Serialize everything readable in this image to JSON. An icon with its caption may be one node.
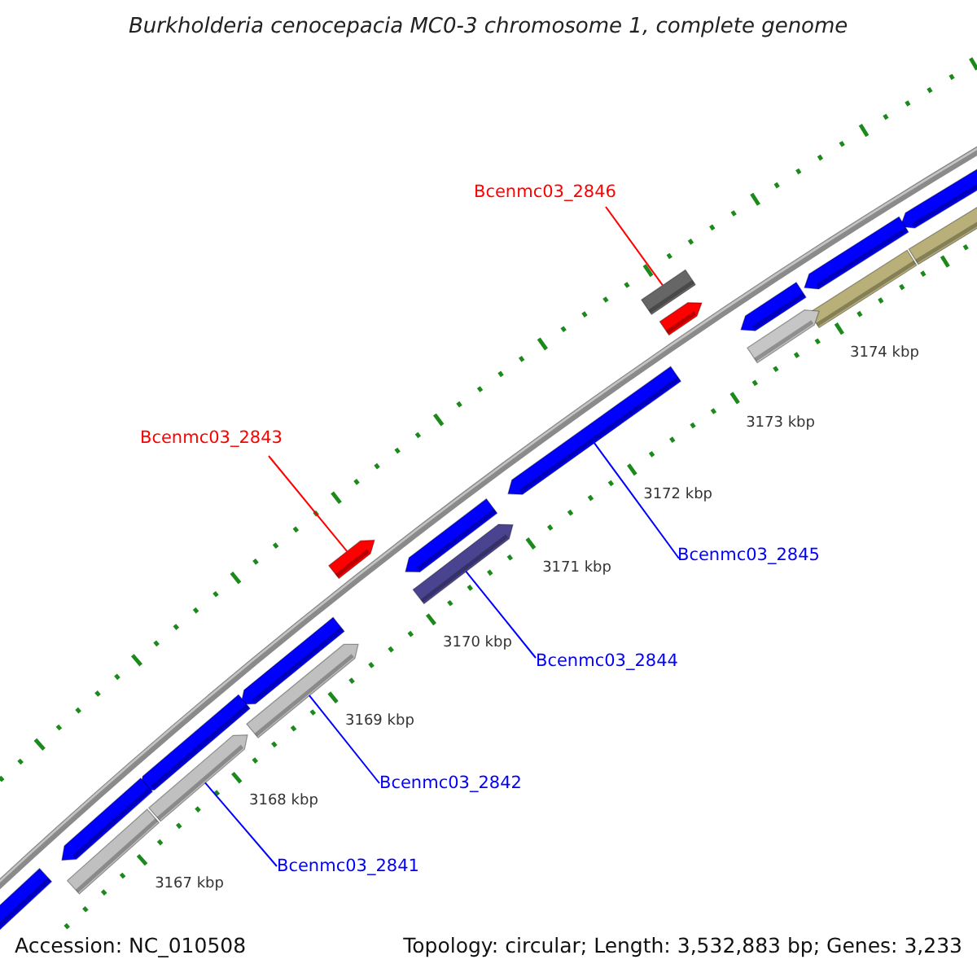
{
  "diagram": {
    "title": "Burkholderia cenocepacia MC0-3 chromosome 1, complete genome",
    "nodes": [
      {
        "text": [
          "Bcenmc03_2846"
        ]
      },
      {
        "text": [],
        "shape": "bar"
      },
      {
        "text": [],
        "shape": "bar"
      },
      {
        "text": [],
        "shape": "box"
      },
      {
        "text": [],
        "shape": "box"
      },
      {
        "text": [],
        "shape": "box"
      },
      {
        "text": [],
        "shape": "bar"
      },
      {
        "text": [],
        "shape": "bar"
      },
      {
        "text": [],
        "shape": "bar"
      },
      {
        "text": [],
        "shape": "bar"
      },
      {
        "text": [
          "Bcenmc03_2843"
        ]
      },
      {
        "text": [],
        "shape": "bar"
      },
      {
        "text": [],
        "shape": "bar"
      },
      {
        "text": [],
        "shape": "bar"
      },
      {
        "text": [
          "Bcenmc03_2845"
        ]
      },
      {
        "text": [],
        "shape": "bar"
      },
      {
        "text": [],
        "shape": "bar"
      },
      {
        "text": [
          "Bcenmc03_2844"
        ]
      },
      {
        "text": [],
        "shape": "bar"
      },
      {
        "text": [],
        "shape": "bar"
      },
      {
        "text": [],
        "shape": "box"
      },
      {
        "text": [
          "Bcenmc03_2842"
        ]
      },
      {
        "text": [],
        "shape": "bar"
      },
      {
        "text": [
          "Bcenmc03_2841"
        ]
      },
      {
        "text": [],
        "shape": "bar"
      }
    ],
    "edges": [
      {
        "from": 0,
        "to": 5,
        "arrow": "none",
        "color": "#ff0000"
      },
      {
        "from": 10,
        "to": 13,
        "arrow": "none",
        "color": "#ff0000"
      },
      {
        "from": 14,
        "to": 9,
        "arrow": "none"
      },
      {
        "from": 17,
        "to": 12,
        "arrow": "none"
      },
      {
        "from": 21,
        "to": 16,
        "arrow": "none"
      },
      {
        "from": 23,
        "to": 19,
        "arrow": "none"
      }
    ],
    "labels": [
      "3174 kbp",
      "3173 kbp",
      "3172 kbp",
      "3171 kbp",
      "3170 kbp",
      "3169 kbp",
      "3168 kbp",
      "3167 kbp",
      "Accession: NC_010508",
      "Topology: circular; Length: 3,532,883 bp; Genes: 3,233"
    ]
  }
}
